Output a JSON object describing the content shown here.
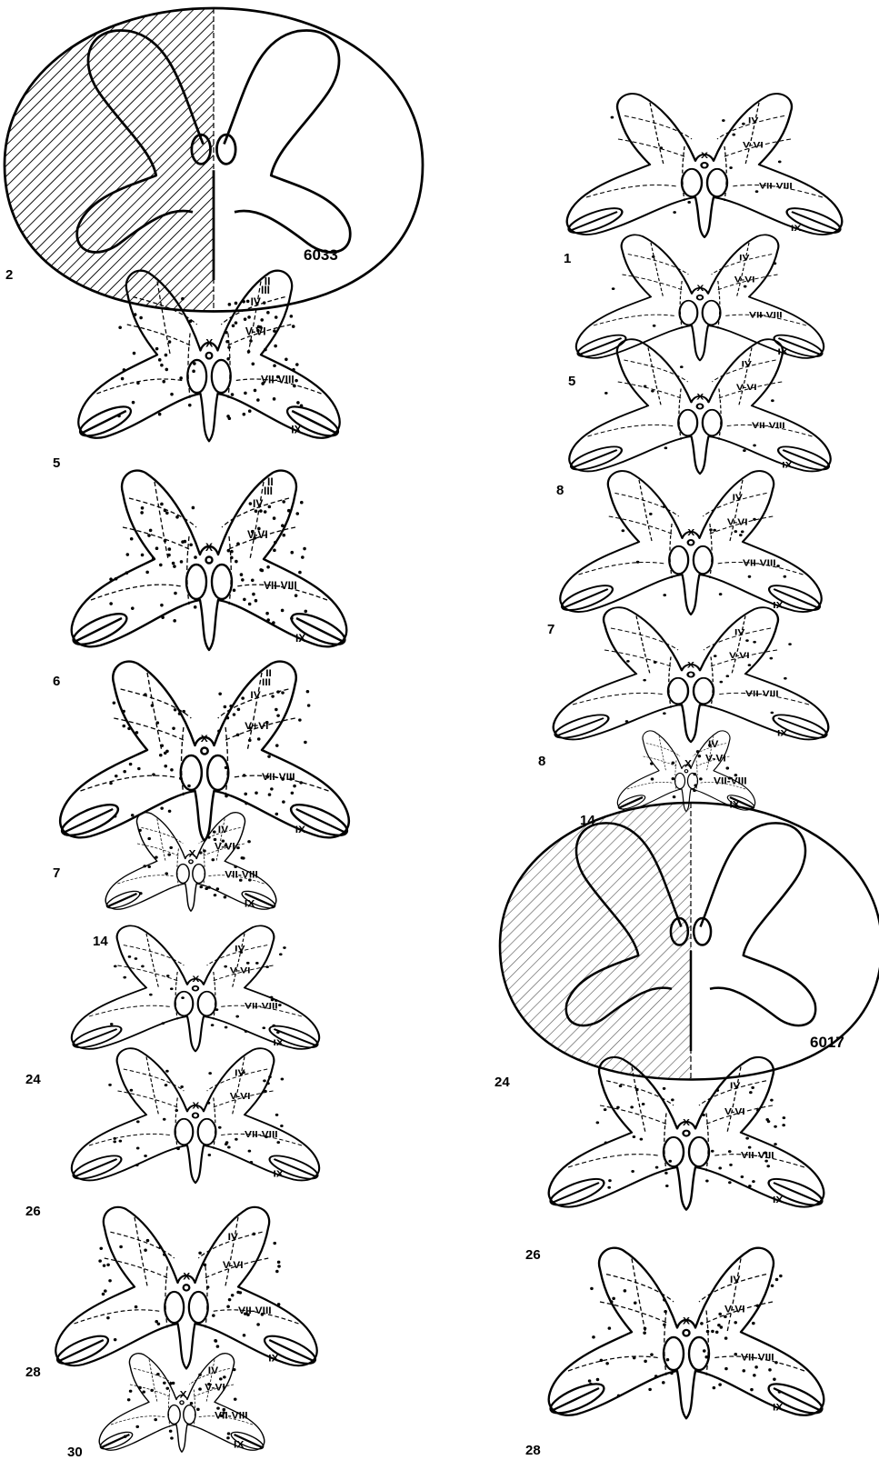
{
  "experiments": [
    {
      "id": "6033",
      "sections": [
        "2",
        "5",
        "6",
        "7",
        "14",
        "24",
        "26",
        "28",
        "30"
      ]
    },
    {
      "id": "6017",
      "sections": [
        "1",
        "5",
        "8",
        "7",
        "8",
        "14",
        "24",
        "26",
        "28"
      ]
    }
  ],
  "lamina_labels": {
    "ii": "II",
    "iii": "III",
    "iv": "IV",
    "v_vi": "V-VI",
    "v_vi_alt": "V+VI",
    "vii_viii": "VII-VIII",
    "ix": "IX",
    "x": "X"
  }
}
